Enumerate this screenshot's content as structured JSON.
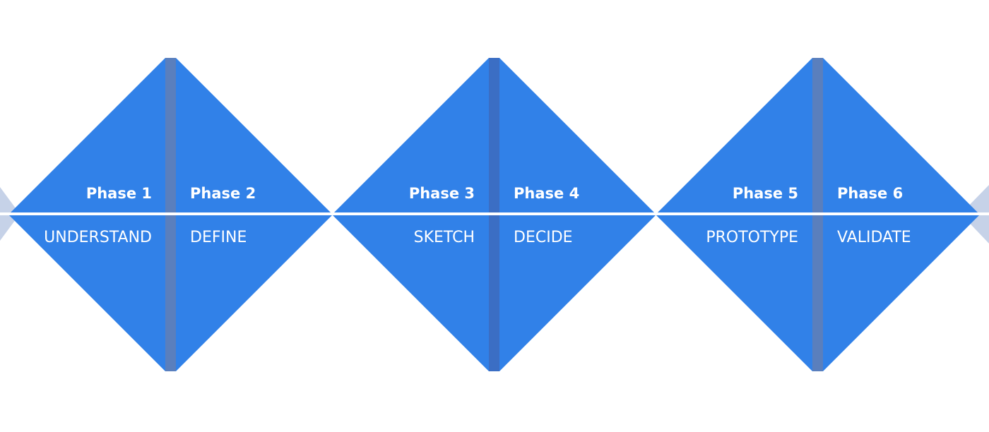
{
  "colors": {
    "diamond": "#3181e8",
    "seam": "#5a7fbd",
    "edge_arrow": "#c6d2e8",
    "line": "#ffffff"
  },
  "phases": [
    {
      "phase": "Phase 1",
      "step": "UNDERSTAND"
    },
    {
      "phase": "Phase 2",
      "step": "DEFINE"
    },
    {
      "phase": "Phase 3",
      "step": "SKETCH"
    },
    {
      "phase": "Phase 4",
      "step": "DECIDE"
    },
    {
      "phase": "Phase 5",
      "step": "PROTOTYPE"
    },
    {
      "phase": "Phase 6",
      "step": "VALIDATE"
    }
  ]
}
